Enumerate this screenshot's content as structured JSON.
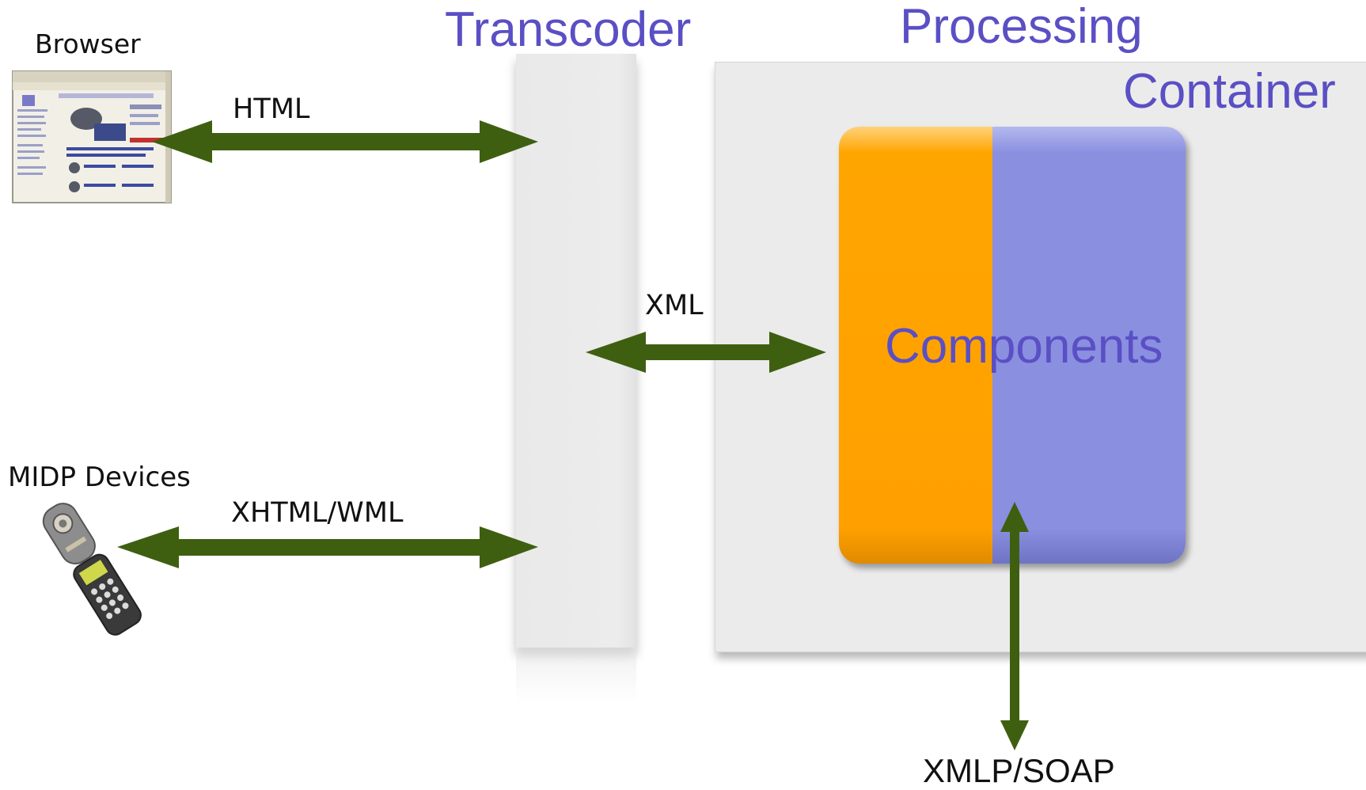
{
  "labels": {
    "browser": "Browser",
    "midp": "MIDP Devices",
    "transcoder": "Transcoder",
    "processing": "Processing",
    "container": "Container",
    "components": "Components"
  },
  "protocols": {
    "html": "HTML",
    "xml": "XML",
    "xhtml_wml": "XHTML/WML",
    "xmlp_soap": "XMLP/SOAP"
  },
  "colors": {
    "arrow": "#3f5f10",
    "title_blue": "#5a4fc4",
    "components_orange": "#ffa000",
    "components_purple": "#8a8fe0"
  },
  "icons": [
    "browser-window-icon",
    "flip-phone-icon"
  ]
}
